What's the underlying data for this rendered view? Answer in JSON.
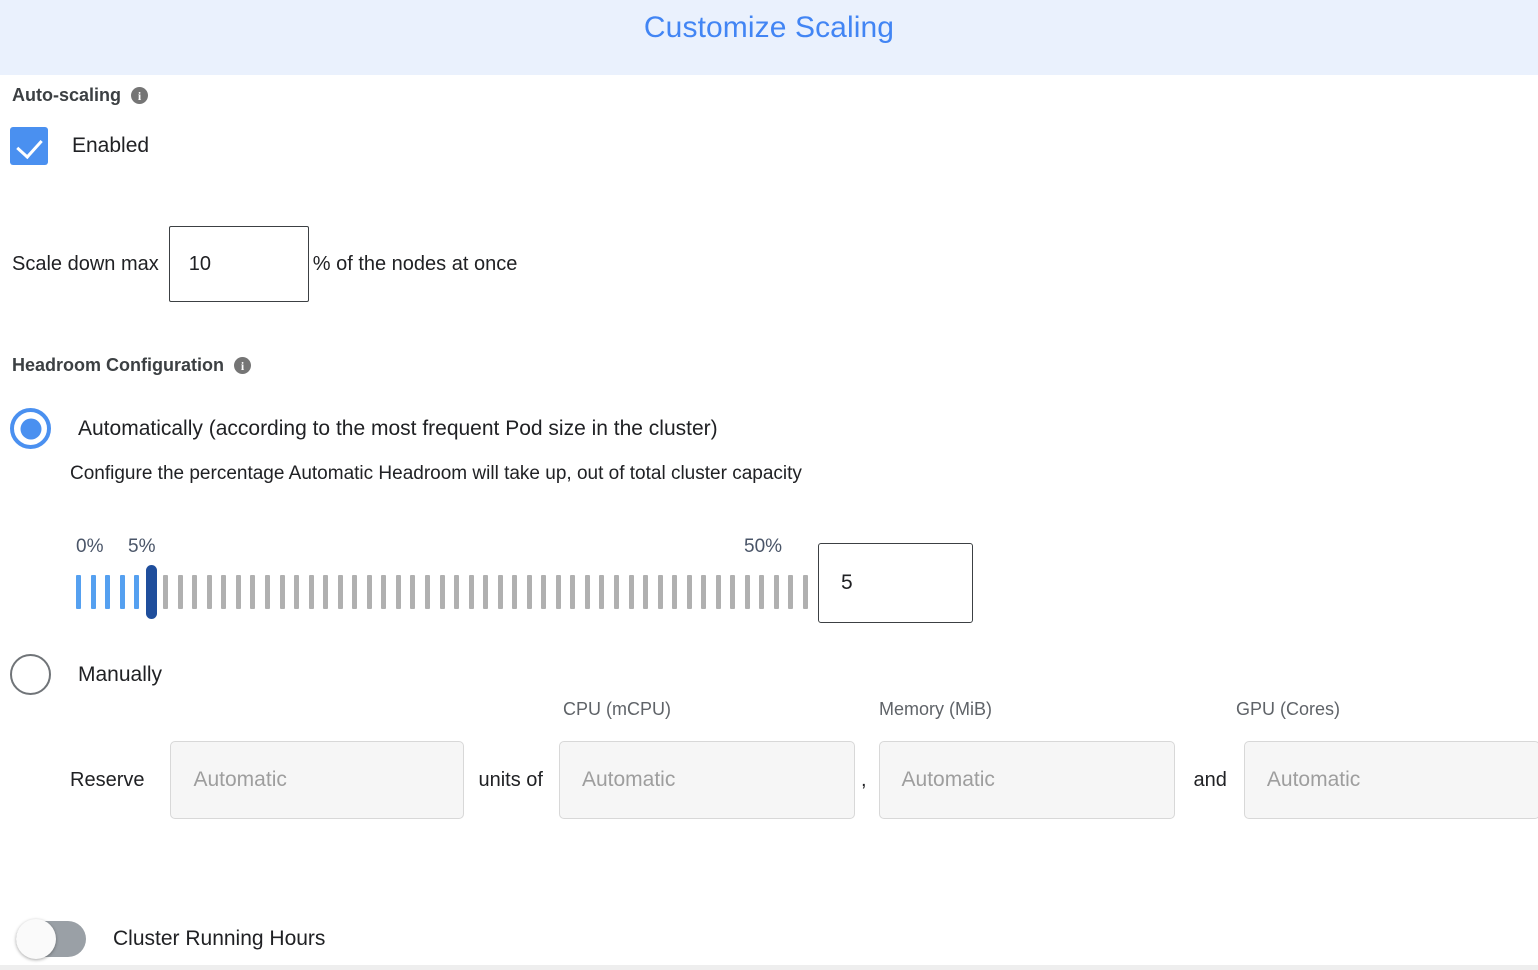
{
  "header": {
    "title": "Customize Scaling",
    "background_color": "#eaf1fd",
    "title_color": "#4285f4"
  },
  "auto_scaling": {
    "heading": "Auto-scaling",
    "info_icon": "info-icon",
    "info_glyph": "i",
    "checkbox": {
      "label": "Enabled",
      "checked": true,
      "color": "#4a90f0"
    },
    "scale_down": {
      "prefix_label": "Scale down max",
      "value": "10",
      "suffix_label": "% of the nodes at once"
    }
  },
  "headroom": {
    "heading": "Headroom Configuration",
    "info_glyph": "i",
    "option_automatic": {
      "label": "Automatically (according to the most frequent Pod size in the cluster)",
      "selected": true,
      "description": "Configure the percentage Automatic Headroom will take up, out of total cluster capacity"
    },
    "slider": {
      "min_label": "0%",
      "current_label": "5%",
      "max_label": "50%",
      "min": 0,
      "max": 50,
      "value": 5,
      "tick_count": 51,
      "filled_color": "#55a0f0",
      "empty_color": "#b0b0b0",
      "thumb_color": "#1f4e9c",
      "value_box": "5"
    },
    "option_manual": {
      "label": "Manually",
      "selected": false
    },
    "manual_fields": {
      "reserve_label": "Reserve",
      "units_of_label": "units of",
      "comma_separator": ",",
      "and_separator": "and",
      "columns": [
        {
          "header": "",
          "placeholder": "Automatic",
          "value": ""
        },
        {
          "header": "CPU (mCPU)",
          "placeholder": "Automatic",
          "value": ""
        },
        {
          "header": "Memory (MiB)",
          "placeholder": "Automatic",
          "value": ""
        },
        {
          "header": "GPU (Cores)",
          "placeholder": "Automatic",
          "value": ""
        }
      ]
    }
  },
  "cluster_running_hours": {
    "label": "Cluster Running Hours",
    "enabled": false
  }
}
